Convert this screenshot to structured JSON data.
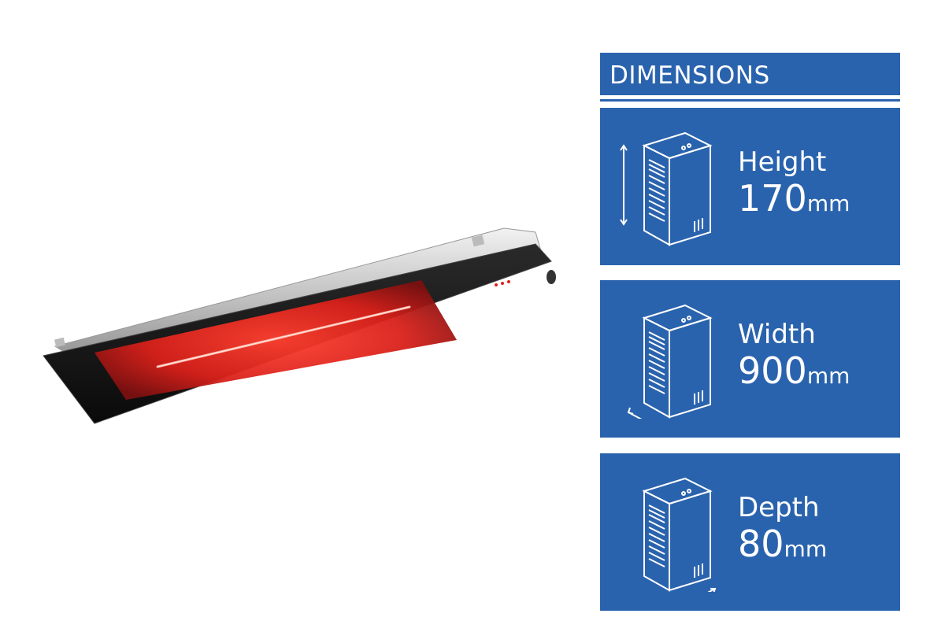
{
  "dimensions": {
    "title": "DIMENSIONS",
    "items": [
      {
        "label": "Height",
        "value": "170",
        "unit": "mm",
        "icon": "cabinet-height-icon"
      },
      {
        "label": "Width",
        "value": "900",
        "unit": "mm",
        "icon": "cabinet-width-icon"
      },
      {
        "label": "Depth",
        "value": "80",
        "unit": "mm",
        "icon": "cabinet-depth-icon"
      }
    ]
  },
  "colors": {
    "panel": "#2a63ad",
    "text": "#ffffff",
    "glow": "#e0201a"
  }
}
